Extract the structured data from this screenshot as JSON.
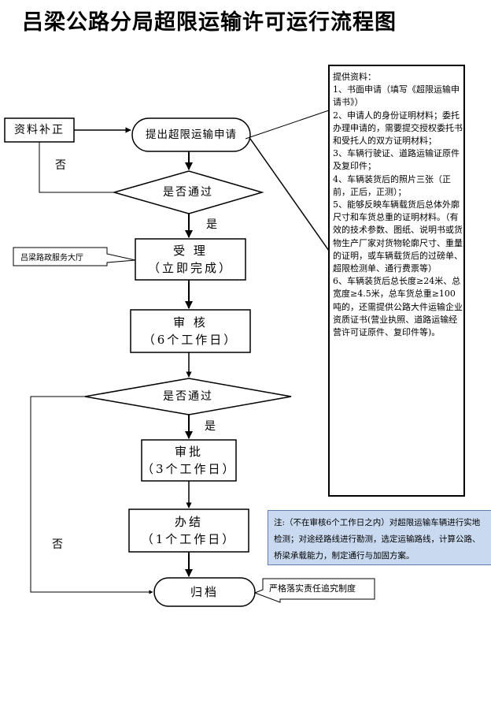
{
  "title": "吕梁公路分局超限运输许可运行流程图",
  "nodes": {
    "supplement": "资料补正",
    "apply": "提出超限运输申请",
    "check1": "是否通过",
    "accept": {
      "line1": "受  理",
      "line2": "（立即完成）"
    },
    "review": {
      "line1": "审  核",
      "line2": "（6个工作日）"
    },
    "check2": "是否通过",
    "approve": {
      "line1": "审批",
      "line2": "（3个工作日）"
    },
    "complete": {
      "line1": "办结",
      "line2": "（1个工作日）"
    },
    "archive": "归档"
  },
  "labels": {
    "no_top": "否",
    "yes1": "是",
    "yes2": "是",
    "no_bottom": "否"
  },
  "callouts": {
    "service_hall": "吕梁路政服务大厅",
    "accountability": "严格落实责任追究制度"
  },
  "materials": {
    "heading": "提供资料：",
    "items": [
      "1、书面申请（填写《超限运输申请书》）",
      "2、申请人的身份证明材料；委托办理申请的，需要提交授权委托书和受托人的双方证明材料；",
      "3、车辆行驶证、道路运输证原件及复印件；",
      "4、车辆装货后的照片三张（正前，正后，正测）；",
      "5、能够反映车辆载货后总体外廓尺寸和车货总重的证明材料。（有效的技术参数、图纸、说明书或货物生产厂家对货物轮廓尺寸、重量的证明，或车辆载货后的过磅单、超限检测单、通行费票等）",
      "6、车辆装货后总长度≥24米、总宽度≥4.5米，总车货总重≥100吨的，还需提供公路大件运输企业资质证书(营业执照、道路运输经营许可证原件、复印件等)。"
    ]
  },
  "note": "注:（不在审核6个工作日之内）对超限运输车辆进行实地检测；对途经路线进行勘测，选定运输路线，计算公路、桥梁承载能力，制定通行与加固方案。"
}
